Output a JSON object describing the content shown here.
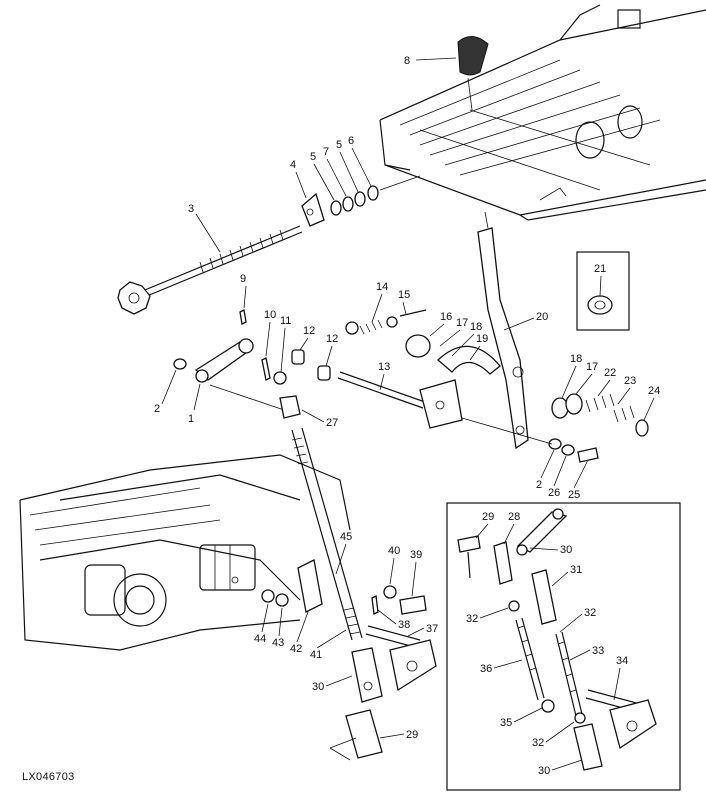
{
  "figure_id": "LX046703",
  "callouts": [
    "1",
    "2",
    "3",
    "4",
    "5",
    "6",
    "7",
    "8",
    "9",
    "10",
    "11",
    "12",
    "13",
    "14",
    "15",
    "16",
    "17",
    "18",
    "19",
    "20",
    "21",
    "22",
    "23",
    "24",
    "25",
    "26",
    "27",
    "28",
    "29",
    "30",
    "31",
    "32",
    "33",
    "34",
    "35",
    "36",
    "37",
    "38",
    "39",
    "40",
    "41",
    "42",
    "43",
    "44",
    "45"
  ]
}
